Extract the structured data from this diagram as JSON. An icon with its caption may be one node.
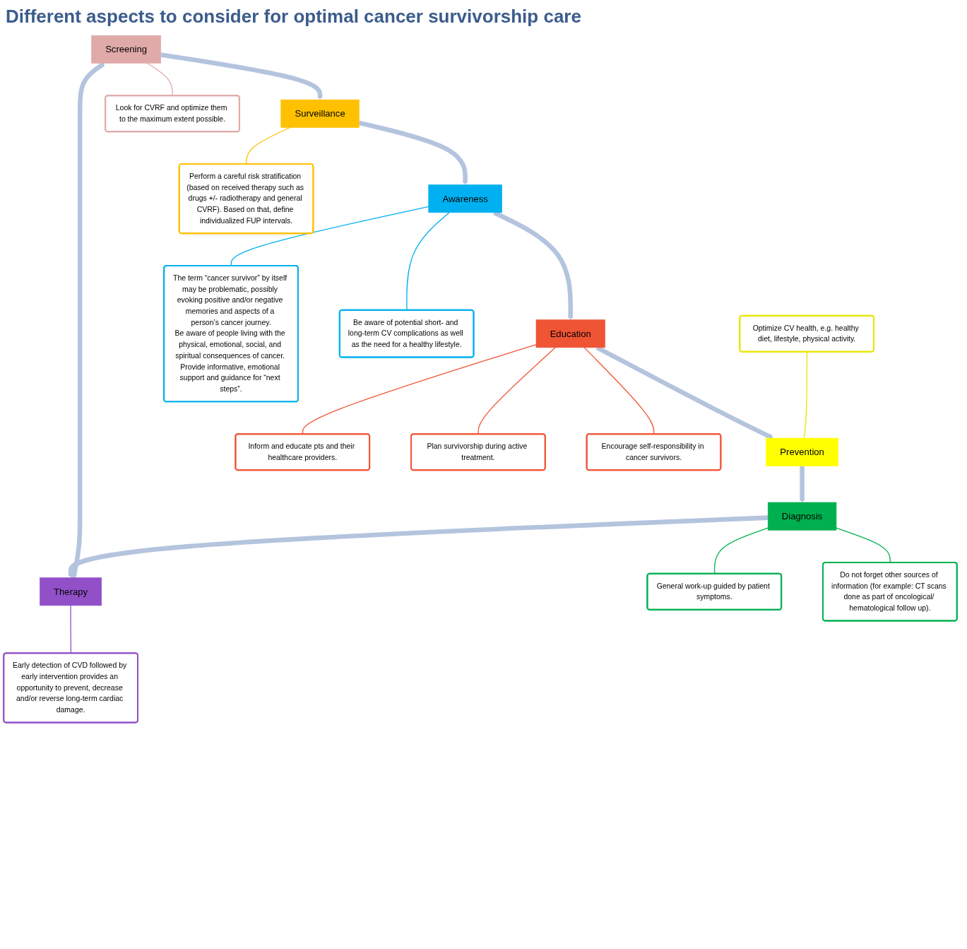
{
  "diagram": {
    "title": "Different aspects to consider for optimal cancer survivorship care",
    "nodes": [
      {
        "text": [
          "Look for CVRF and optimize them to the maximum extent possible."
        ]
      },
      {
        "text": [
          "Perform a careful risk stratification (based on received therapy such as drugs +/- radiotherapy and general CVRF). Based on that, define individualized FUP intervals."
        ]
      },
      {
        "text": [
          "The term “cancer survivor” by itself may be problematic, possibly evoking positive and/or negative memories and aspects of a person’s cancer journey.",
          "Be aware of people living with the physical, emotional, social, and spiritual consequences of cancer. Provide informative, emotional support and guidance for “next steps”."
        ]
      },
      {
        "text": [
          "Early detection of CVD followed by early intervention provides an opportunity to prevent, decrease and/or reverse long-term cardiac damage."
        ]
      },
      {
        "text": [
          "Screening"
        ]
      },
      {
        "text": [
          "Surveillance"
        ]
      },
      {
        "text": [
          "Therapy"
        ]
      },
      {
        "text": [
          "Awareness"
        ]
      },
      {
        "text": [
          "Be aware of potential short- and long-term CV complications as well as the need for a healthy lifestyle."
        ]
      },
      {
        "text": [
          "Diagnosis"
        ]
      },
      {
        "text": [
          "Education"
        ]
      },
      {
        "text": [
          "General work-up guided by patient symptoms."
        ]
      },
      {
        "text": [
          "Inform and educate pts and their healthcare providers."
        ]
      },
      {
        "text": [
          "Prevention"
        ]
      },
      {
        "text": [
          "Plan survivorship during active treatment."
        ]
      },
      {
        "text": [
          "Do not forget other sources of information (for example: CT scans done as part of oncological/ hematological follow up)."
        ]
      },
      {
        "text": [
          "Optimize CV health, e.g. healthy diet, lifestyle, physical activity."
        ]
      },
      {
        "text": [
          "Encourage self-responsibility in cancer survivors."
        ]
      }
    ],
    "edges": [
      {
        "from": 4,
        "to": 5,
        "arrow": "to",
        "style": "thick",
        "color": "#b4c4de"
      },
      {
        "from": 5,
        "to": 7,
        "arrow": "to",
        "style": "thick",
        "color": "#b4c4de"
      },
      {
        "from": 7,
        "to": 10,
        "arrow": "to",
        "style": "thick",
        "color": "#b4c4de"
      },
      {
        "from": 10,
        "to": 13,
        "arrow": "to",
        "style": "thick",
        "color": "#b4c4de"
      },
      {
        "from": 13,
        "to": 9,
        "arrow": "to",
        "style": "thick",
        "color": "#b4c4de"
      },
      {
        "from": 9,
        "to": 6,
        "arrow": "to",
        "style": "thick",
        "color": "#b4c4de"
      },
      {
        "from": 6,
        "to": 4,
        "arrow": "to",
        "style": "thick",
        "color": "#b4c4de"
      },
      {
        "from": 0,
        "to": 4,
        "arrow": "none",
        "color": "#e0aaa9"
      },
      {
        "from": 1,
        "to": 5,
        "arrow": "none",
        "color": "#ffc000"
      },
      {
        "from": 2,
        "to": 7,
        "arrow": "none",
        "color": "#00b0f0"
      },
      {
        "from": 8,
        "to": 7,
        "arrow": "none",
        "color": "#00b0f0"
      },
      {
        "from": 3,
        "to": 6,
        "arrow": "none",
        "color": "#9150c8"
      },
      {
        "from": 11,
        "to": 9,
        "arrow": "none",
        "color": "#00b050"
      },
      {
        "from": 15,
        "to": 9,
        "arrow": "none",
        "color": "#00b050"
      },
      {
        "from": 16,
        "to": 13,
        "arrow": "none",
        "color": "#e6e600"
      },
      {
        "from": 12,
        "to": 10,
        "arrow": "none",
        "color": "#ef5535"
      },
      {
        "from": 14,
        "to": 10,
        "arrow": "none",
        "color": "#ef5535"
      },
      {
        "from": 17,
        "to": 10,
        "arrow": "none",
        "color": "#ef5535"
      }
    ]
  }
}
